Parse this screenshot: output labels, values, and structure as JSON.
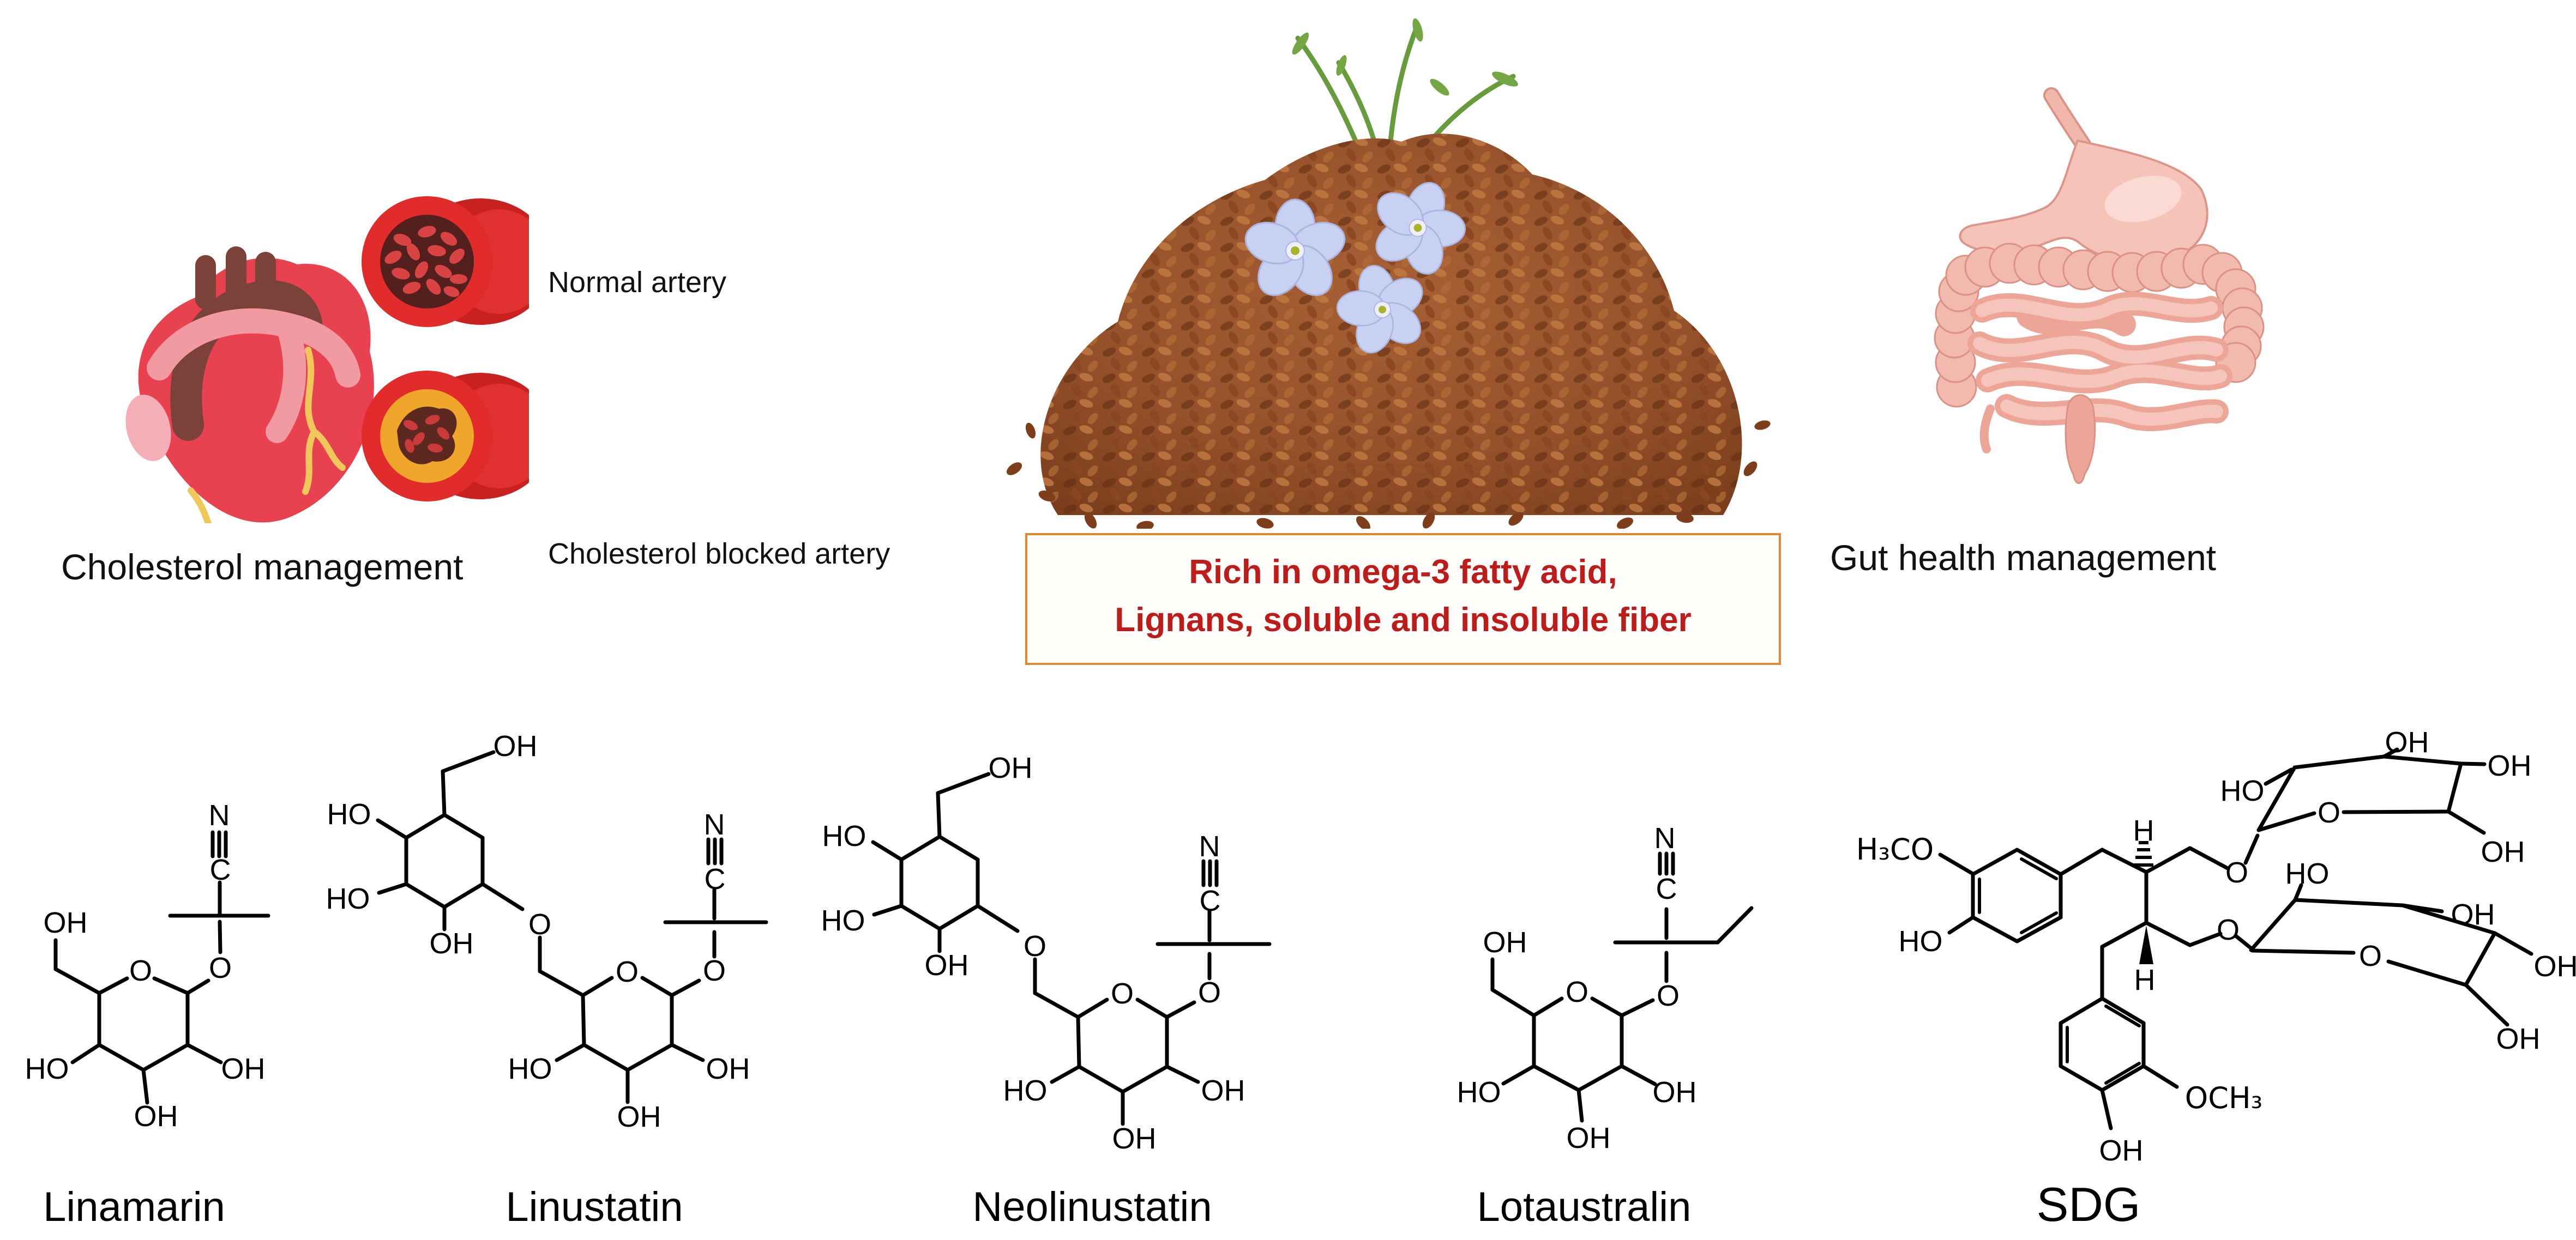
{
  "figure": {
    "description": "Flaxseed health-benefit figure with heart, flaxseed pile, gut and cyanogenic glycoside / lignan chemical structures",
    "background": "#ffffff"
  },
  "cholesterol": {
    "normal_artery_label": "Normal artery",
    "blocked_artery_label": "Cholesterol blocked artery",
    "caption": "Cholesterol management"
  },
  "flaxseed": {
    "banner_line1": "Rich in omega-3 fatty acid,",
    "banner_line2": "Lignans, soluble and insoluble fiber"
  },
  "gut": {
    "caption": "Gut health management"
  },
  "molecules": {
    "linamarin": {
      "name": "Linamarin",
      "labels": {
        "n": "N",
        "c": "C",
        "glyco_o": "O",
        "ring_o": "O",
        "ch2oh_oh": "OH",
        "ho_left": "HO",
        "oh_bottom": "OH",
        "oh_right": "OH"
      }
    },
    "linustatin": {
      "name": "Linustatin",
      "labels": {
        "ch2oh_oh": "OH",
        "ho_top_left": "HO",
        "ho_bottom_left": "HO",
        "oh_ring1_bottom": "OH",
        "link_o": "O",
        "ring_o": "O",
        "ho_ring2_left": "HO",
        "oh_ring2_bottom": "OH",
        "oh_ring2_right": "OH",
        "glyco_o": "O",
        "c": "C",
        "n": "N"
      }
    },
    "neolinustatin": {
      "name": "Neolinustatin",
      "labels": {
        "ch2oh_oh": "OH",
        "ho_top_left": "HO",
        "ho_bottom_left": "HO",
        "oh_ring1_bottom": "OH",
        "link_o": "O",
        "ring_o": "O",
        "ho_ring2_left": "HO",
        "oh_ring2_bottom": "OH",
        "oh_ring2_right": "OH",
        "glyco_o": "O",
        "c": "C",
        "n": "N"
      }
    },
    "lotaustralin": {
      "name": "Lotaustralin",
      "labels": {
        "ch2oh_oh": "OH",
        "ring_o": "O",
        "ho_left": "HO",
        "oh_bottom": "OH",
        "oh_right": "OH",
        "glyco_o": "O",
        "c": "C",
        "n": "N"
      }
    },
    "sdg": {
      "name": "SDG",
      "labels": {
        "h3co": "H₃CO",
        "ho_aryl_top": "HO",
        "h_top": "H",
        "h_bottom": "H",
        "ether_o_top": "O",
        "ether_o_bottom": "O",
        "g1_ho": "HO",
        "g1_oh_top": "OH",
        "g1_oh_right": "OH",
        "g1_ring_o": "O",
        "g1_oh_bottom": "OH",
        "g2_ho_top": "HO",
        "g2_oh_upper": "OH",
        "g2_ring_o": "O",
        "g2_oh_right": "OH",
        "g2_oh_bottom": "OH",
        "och3": "OCH₃",
        "oh_aryl_bottom": "OH"
      }
    }
  },
  "colors": {
    "banner_border": "#E0892E",
    "banner_text": "#BE1B1B",
    "heart_red": "#E8414F",
    "aorta_brown": "#7A4238",
    "pulmonary_pink": "#F29AA2",
    "coronary_yellow": "#EFC75B",
    "artery_wall_red": "#E22B2B",
    "artery_lumen_dark": "#54201E",
    "plaque_yellow": "#F0A62B",
    "blood_cell_red": "#D94343",
    "seed_brown": "#8A4A26",
    "flax_flower_violet": "#C9D1F2",
    "stem_green": "#679B3B",
    "gut_pink": "#F2B9AE",
    "gut_outline": "#DB9185",
    "bond_black": "#000000"
  }
}
